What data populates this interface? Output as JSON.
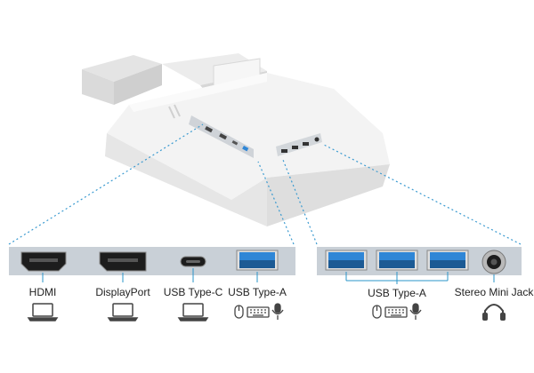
{
  "left_panel": {
    "ports": [
      {
        "label": "HDMI",
        "icon": "hdmi-port-icon",
        "device": "laptop-icon"
      },
      {
        "label": "DisplayPort",
        "icon": "displayport-port-icon",
        "device": "laptop-icon"
      },
      {
        "label": "USB Type-C",
        "icon": "usb-c-port-icon",
        "device": "laptop-icon"
      },
      {
        "label": "USB Type-A",
        "icon": "usb-a-port-icon",
        "device": "mouse-keyboard-mic-icons"
      }
    ]
  },
  "right_panel": {
    "usb_group_label": "USB Type-A",
    "jack_label": "Stereo Mini Jack",
    "usb_device": "mouse-keyboard-mic-icons",
    "jack_device": "headphones-icon"
  },
  "colors": {
    "panel": "#c9d0d7",
    "usb3_blue": "#2f86d6",
    "connector_line": "#2a94c8",
    "dotted_line": "#3a9ad0",
    "monitor_body": "#f2f2f2"
  }
}
